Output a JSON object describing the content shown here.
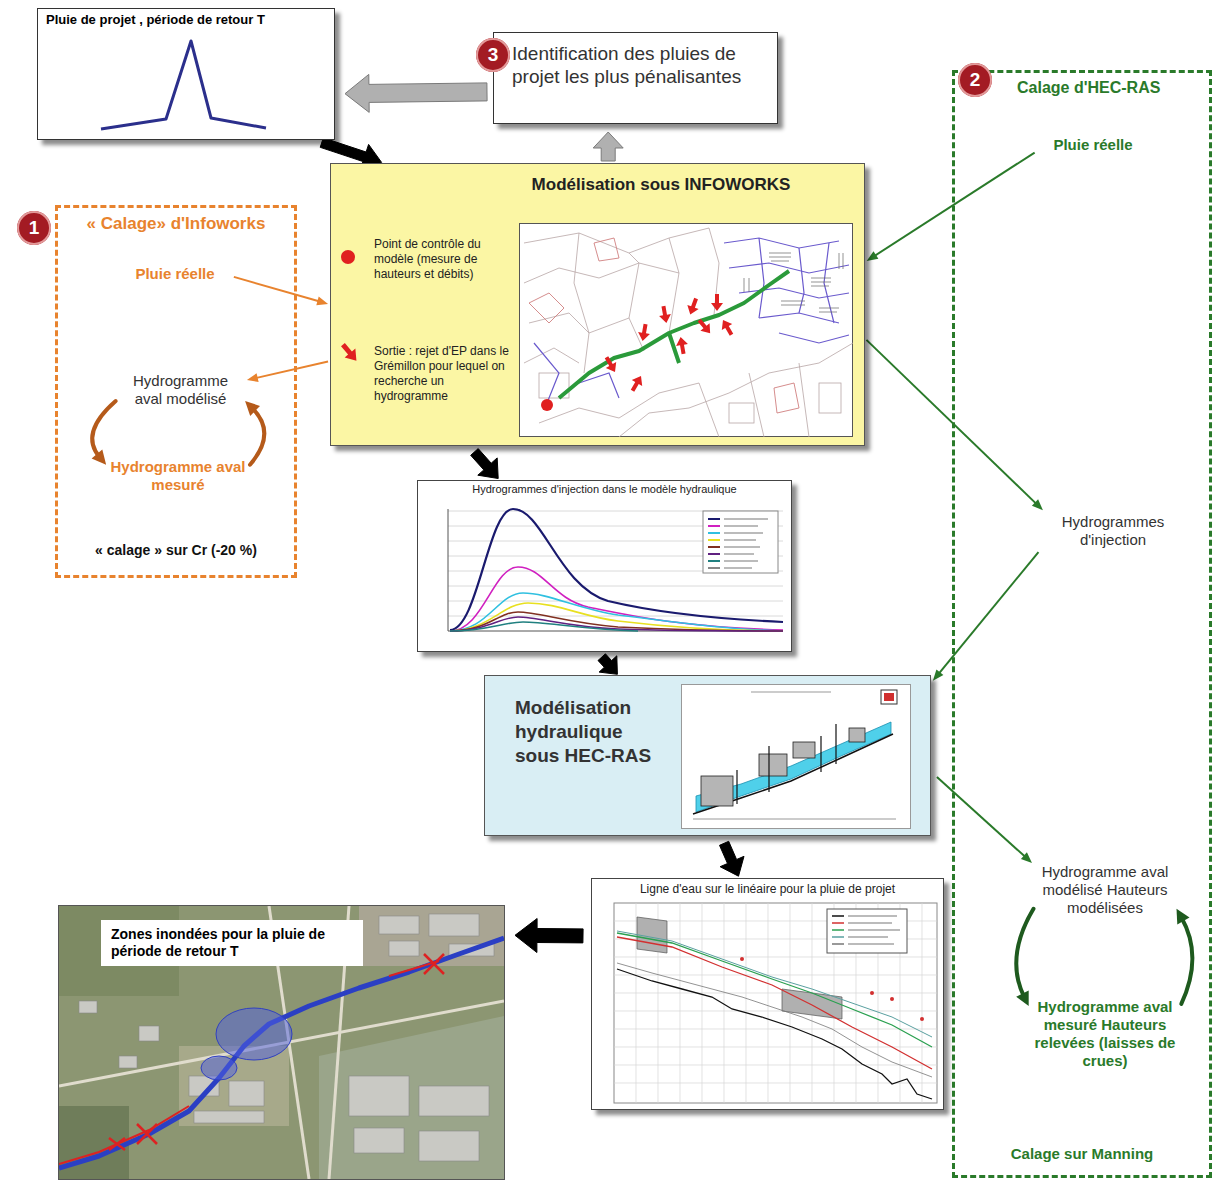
{
  "diagram": {
    "nodes": [
      {
        "text": [
          "Pluie de projet , période de retour T"
        ]
      },
      {
        "text": [
          "Identification des pluies de projet les plus pénalisantes"
        ]
      },
      {
        "text": [
          "Calage d'HEC-RAS",
          "Calage sur Manning"
        ]
      },
      {
        "text": [
          "Pluie réelle"
        ],
        "in": 2
      },
      {
        "text": [
          "« Calage» d'Infoworks",
          "« calage » sur Cr (-20 %)"
        ]
      },
      {
        "text": [
          "Pluie réelle"
        ],
        "in": 4
      },
      {
        "text": [
          "Hydrogramme aval modélisé"
        ],
        "in": 4
      },
      {
        "text": [
          "Hydrogramme aval mesuré"
        ],
        "in": 4
      },
      {
        "text": [
          "Modélisation sous INFOWORKS"
        ]
      },
      {
        "text": [
          "Hydrogrammes d'injection"
        ],
        "in": 2
      },
      {
        "text": [
          "Hydrogrammes d'injection dans le modèle hydraulique"
        ]
      },
      {
        "text": [
          "Modélisation hydraulique sous HEC-RAS"
        ]
      },
      {
        "text": [
          "Hydrogramme aval modélisé Hauteurs modélisées"
        ],
        "in": 2
      },
      {
        "text": [
          "Hydrogramme aval mesuré Hauteurs relevées (laisses de crues)"
        ],
        "in": 2
      },
      {
        "text": [
          "Ligne d'eau sur le linéaire pour la pluie de projet"
        ]
      },
      {
        "text": [
          "Zones inondées pour la pluie de période de retour T"
        ]
      }
    ],
    "edges": [
      {
        "from": 0,
        "to": 8,
        "arrow": "to"
      },
      {
        "from": 1,
        "to": 0,
        "arrow": "to"
      },
      {
        "from": 8,
        "to": 1,
        "arrow": "to"
      },
      {
        "from": 5,
        "to": 8,
        "arrow": "to"
      },
      {
        "from": 8,
        "to": 6,
        "arrow": "to"
      },
      {
        "from": 6,
        "to": 7,
        "arrow": "to"
      },
      {
        "from": 7,
        "to": 6,
        "arrow": "to"
      },
      {
        "from": 3,
        "to": 8,
        "arrow": "to"
      },
      {
        "from": 8,
        "to": 9,
        "arrow": "to"
      },
      {
        "from": 9,
        "to": 11,
        "arrow": "to"
      },
      {
        "from": 11,
        "to": 12,
        "arrow": "to"
      },
      {
        "from": 12,
        "to": 13,
        "arrow": "to"
      },
      {
        "from": 13,
        "to": 12,
        "arrow": "to"
      },
      {
        "from": 8,
        "to": 10,
        "arrow": "to"
      },
      {
        "from": 10,
        "to": 11,
        "arrow": "to"
      },
      {
        "from": 11,
        "to": 14,
        "arrow": "to"
      },
      {
        "from": 14,
        "to": 15,
        "arrow": "to"
      }
    ],
    "labels": [
      "3",
      "2",
      "1"
    ],
    "legend": [
      {
        "text": "Point de contrôle du modèle (mesure de hauteurs et débits)",
        "color": "#e02020"
      },
      {
        "text": "Sortie : rejet d'EP dans le Grémillon pour lequel on recherche un hydrogramme"
      }
    ]
  }
}
